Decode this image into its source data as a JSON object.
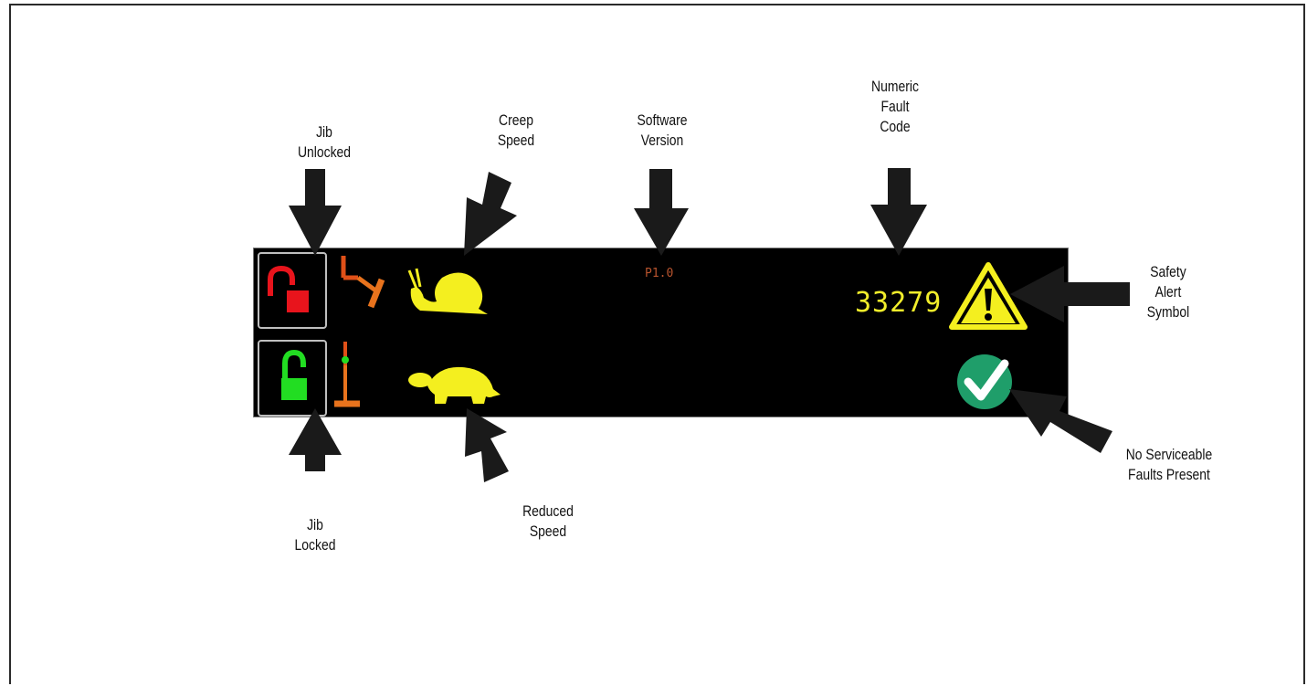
{
  "display": {
    "software_version": "P1.0",
    "fault_code": "33279"
  },
  "callouts": {
    "jib_unlocked": [
      "Jib",
      "Unlocked"
    ],
    "creep_speed": [
      "Creep",
      "Speed"
    ],
    "software_version": [
      "Software",
      "Version"
    ],
    "numeric_fault_code": [
      "Numeric",
      "Fault",
      "Code"
    ],
    "safety_alert_symbol": [
      "Safety",
      "Alert",
      "Symbol"
    ],
    "no_serviceable_faults": [
      "No Serviceable",
      "Faults Present"
    ],
    "jib_locked": [
      "Jib",
      "Locked"
    ],
    "reduced_speed": [
      "Reduced",
      "Speed"
    ]
  },
  "icons": {
    "jib_unlocked": "padlock-open-red-icon",
    "jib_locked": "padlock-open-green-icon",
    "jib_angled": "jib-angled-icon",
    "jib_upright": "jib-upright-icon",
    "creep_speed": "snail-icon",
    "reduced_speed": "turtle-icon",
    "safety_alert": "warning-triangle-icon",
    "no_faults": "checkmark-circle-icon"
  },
  "colors": {
    "panel_bg": "#000000",
    "unlocked_red": "#e8141c",
    "locked_green": "#22dd22",
    "jib_orange": "#e8731d",
    "speed_yellow": "#f4ef1f",
    "fault_yellow": "#f2ee2b",
    "check_green": "#1f9e6a"
  }
}
